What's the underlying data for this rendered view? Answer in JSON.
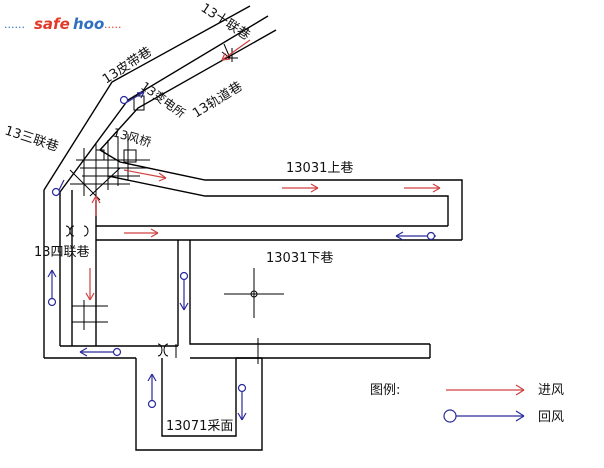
{
  "watermark": {
    "prefix": "......",
    "brand_a": "safe",
    "brand_b": "hoo",
    "suffix": ".....",
    "color_a": "#e23a2a",
    "color_b": "#2e6fbf"
  },
  "labels": {
    "lane_13_10": "13十联巷",
    "belt_lane": "13皮带巷",
    "substation": "13变电所",
    "track_lane": "13轨道巷",
    "lane_13_3": "13三联巷",
    "wind_bridge": "13风桥",
    "upper_lane": "13031上巷",
    "lane_13_4": "13四联巷",
    "lower_lane": "13031下巷",
    "working_face": "13071采面"
  },
  "legend": {
    "title": "图例:",
    "intake": "进风",
    "return": "回风"
  },
  "colors": {
    "intake": "#d04040",
    "return": "#2a2a9a",
    "line": "#000000"
  }
}
